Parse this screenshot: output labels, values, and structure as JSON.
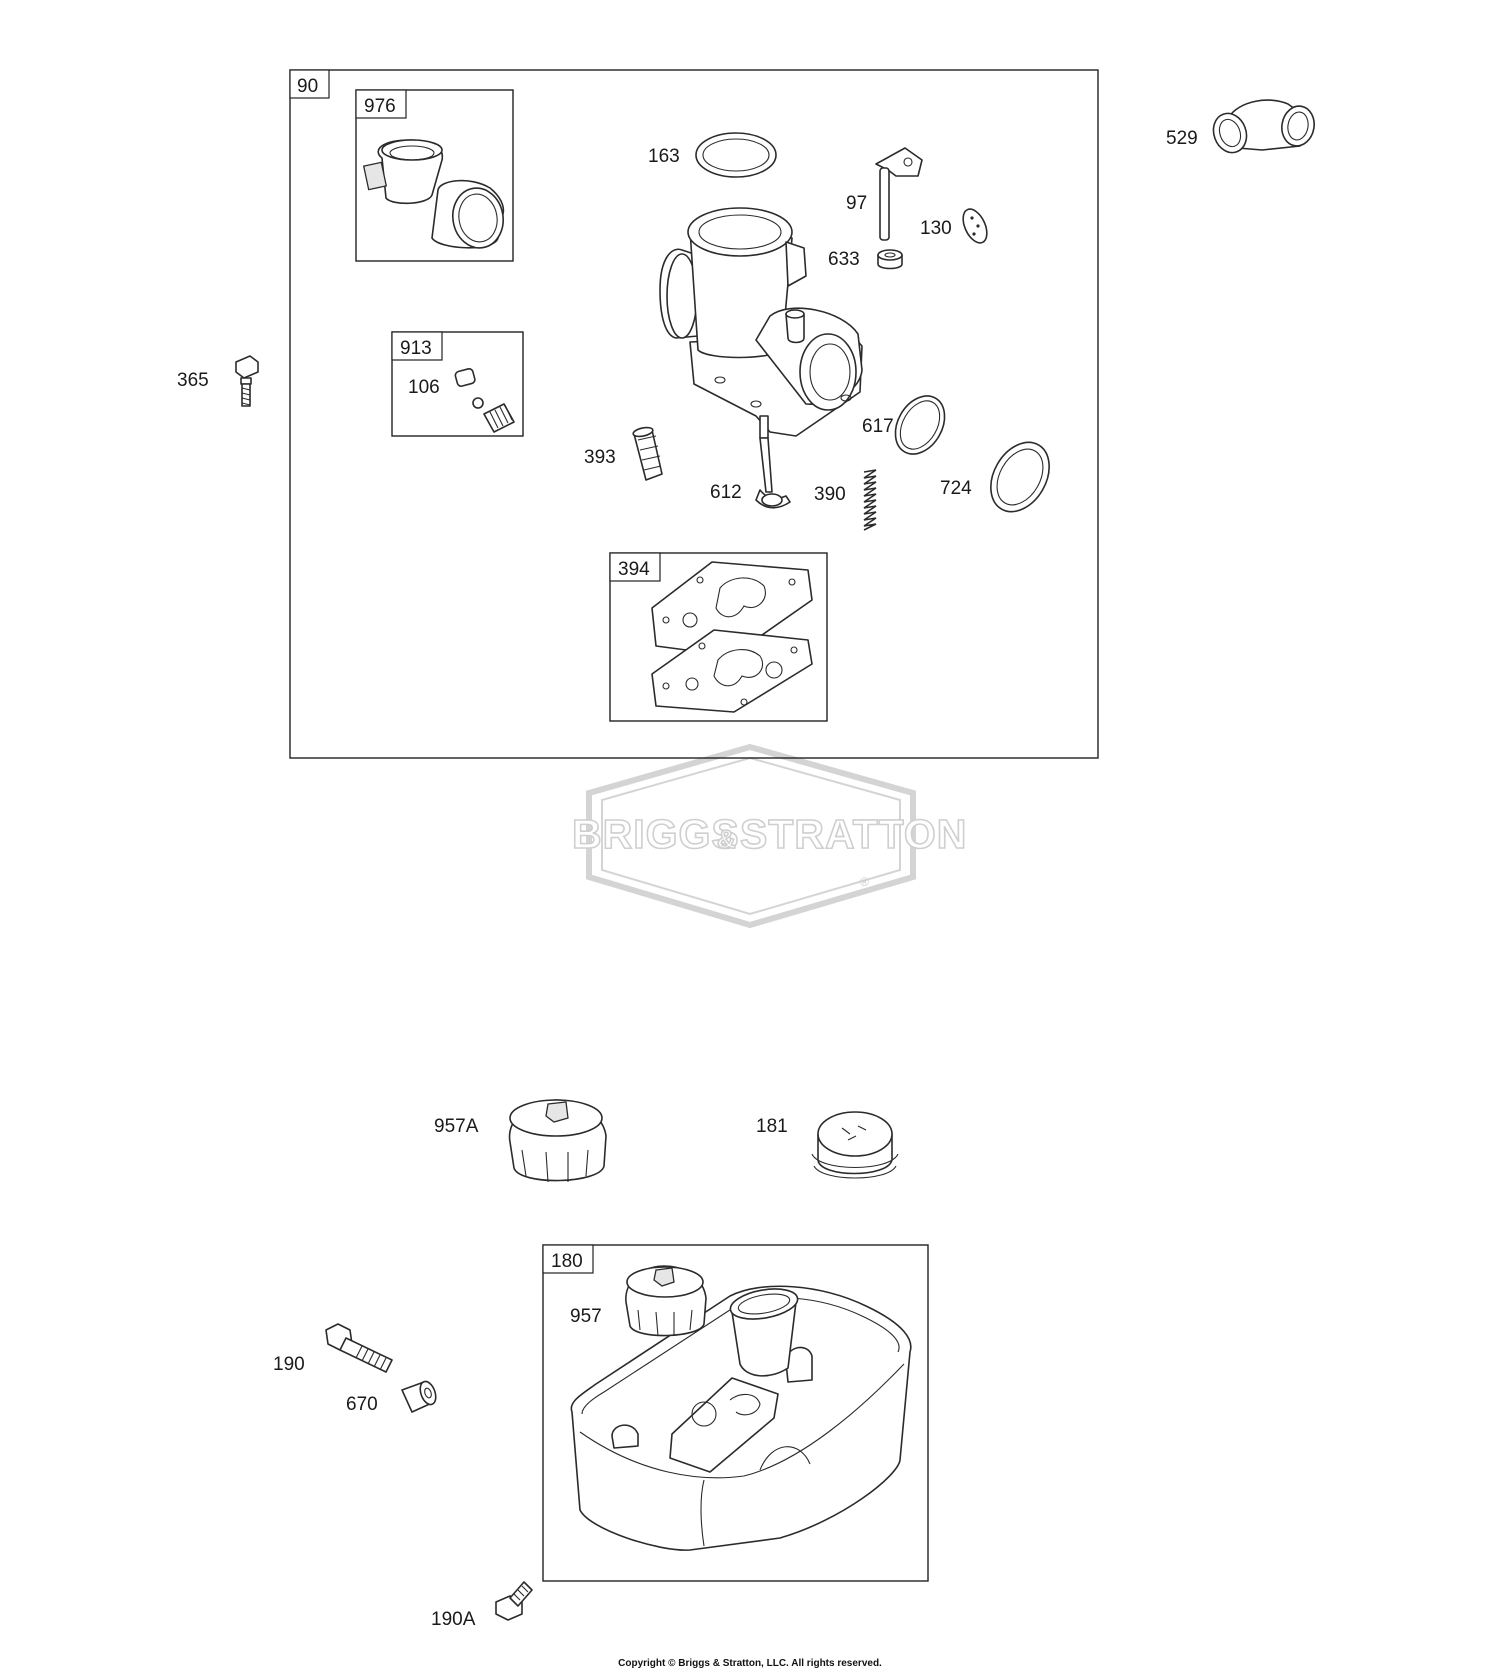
{
  "diagram": {
    "callouts": {
      "c90": "90",
      "c976": "976",
      "c163": "163",
      "c97": "97",
      "c130": "130",
      "c633": "633",
      "c529": "529",
      "c365": "365",
      "c913": "913",
      "c106": "106",
      "c393": "393",
      "c612": "612",
      "c390": "390",
      "c617": "617",
      "c724": "724",
      "c394": "394",
      "c957A": "957A",
      "c181": "181",
      "c180": "180",
      "c957": "957",
      "c190": "190",
      "c670": "670",
      "c190A": "190A"
    },
    "watermark": {
      "brand_left": "BRIGGS",
      "ampersand": "&",
      "brand_right": "STRATTON",
      "registered": "®"
    }
  },
  "footer": {
    "copyright": "Copyright © Briggs & Stratton, LLC. All rights reserved."
  }
}
